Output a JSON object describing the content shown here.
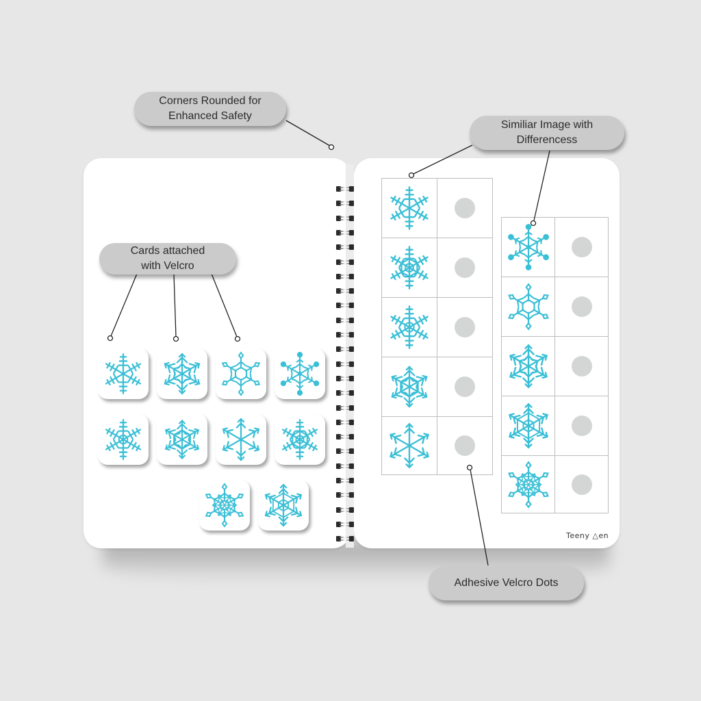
{
  "callouts": {
    "corners": "Corners Rounded for Enhanced Safety",
    "corners_line1": "Corners Rounded for",
    "corners_line2": "Enhanced Safety",
    "cards_line1": "Cards attached",
    "cards_line2": "with Velcro",
    "similar_line1": "Similiar Image with",
    "similar_line2": "Differencess",
    "velcro_dots": "Adhesive Velcro Dots"
  },
  "brand": "Teeny △en",
  "colors": {
    "background": "#e7e7e7",
    "page": "#ffffff",
    "snowflake": "#3bbfd6",
    "velcro_dot": "#d4d6d6",
    "callout": "#cbcbcb",
    "grid_line": "#bdbdbd"
  },
  "left_page": {
    "cards": [
      {
        "icon": "snowflake-branched"
      },
      {
        "icon": "snowflake-feathery"
      },
      {
        "icon": "snowflake-diamond-tips"
      },
      {
        "icon": "snowflake-dotted-tips"
      },
      {
        "icon": "snowflake-ring-center"
      },
      {
        "icon": "snowflake-hexagon-ring"
      },
      {
        "icon": "snowflake-arrow-tips"
      },
      {
        "icon": "snowflake-nested-hexagon"
      },
      {
        "icon": "snowflake-ornate-diamond"
      },
      {
        "icon": "snowflake-star-web"
      }
    ]
  },
  "right_page": {
    "column_a": [
      {
        "icon": "snowflake-branched",
        "slot": "velcro-dot"
      },
      {
        "icon": "snowflake-nested-hexagon",
        "slot": "velcro-dot"
      },
      {
        "icon": "snowflake-ring-center",
        "slot": "velcro-dot"
      },
      {
        "icon": "snowflake-hexagon-ring",
        "slot": "velcro-dot"
      },
      {
        "icon": "snowflake-arrow-tips",
        "slot": "velcro-dot"
      }
    ],
    "column_b": [
      {
        "icon": "snowflake-dotted-tips",
        "slot": "velcro-dot"
      },
      {
        "icon": "snowflake-diamond-tips",
        "slot": "velcro-dot"
      },
      {
        "icon": "snowflake-feathery",
        "slot": "velcro-dot"
      },
      {
        "icon": "snowflake-star-web",
        "slot": "velcro-dot"
      },
      {
        "icon": "snowflake-ornate-diamond",
        "slot": "velcro-dot"
      }
    ]
  }
}
